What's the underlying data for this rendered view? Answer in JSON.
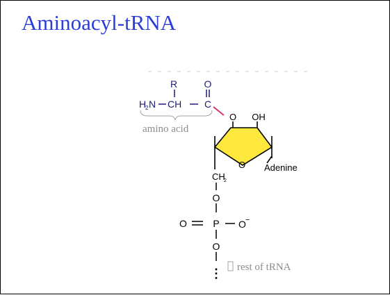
{
  "slide": {
    "title": "Aminoacyl-tRNA"
  },
  "molecule": {
    "side_chain": "R",
    "carbonyl_oxygen": "O",
    "amine": "H",
    "amine_subscript": "2",
    "amine_nitrogen": "N",
    "alpha_carbon": "CH",
    "carbonyl_carbon": "C",
    "amino_acid_label": "amino acid",
    "ester_oxygen": "O",
    "hydroxyl": "OH",
    "ring_oxygen": "O",
    "base": "Adenine",
    "methylene": "CH",
    "methylene_subscript": "2",
    "linker_oxygen_top": "O",
    "phosphorus": "P",
    "double_bonded_oxygen": "O",
    "negative_oxygen": "O",
    "charge": "−",
    "linker_oxygen_bottom": "O",
    "continuation": "⋮",
    "rest_label": "rest of tRNA"
  },
  "colors": {
    "title": "#2b3fd6",
    "amino_acid_text": "#1c1c70",
    "ester_bond": "#d6336c",
    "ring_fill": "#ffe83d",
    "label_gray": "#8c8c8c"
  }
}
